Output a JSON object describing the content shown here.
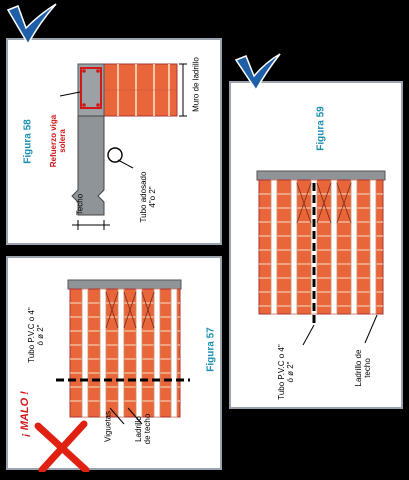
{
  "figures": {
    "fig58": {
      "title": "Figura 58",
      "labels": {
        "refuerzo": [
          "Refuerzo viga",
          "solera"
        ],
        "muro": "Muro de ladrillo",
        "techo": "Techo",
        "tubo": [
          "Tubo adosado",
          "4\"o 2\""
        ]
      }
    },
    "fig57": {
      "title": "Figura 57",
      "labels": {
        "tubo": [
          "Tubo P.V.C o 4\"",
          "ó ø 2\""
        ],
        "viguetas": "Viguetas",
        "ladrillo": [
          "Ladrillo",
          "de techo"
        ]
      },
      "verdict": "¡ MALO !"
    },
    "fig59": {
      "title": "Figura 59",
      "labels": {
        "tubo": [
          "Tubo P.V.C o 4\"",
          "ó ø 2\""
        ],
        "ladrillo": [
          "Ladrillo de",
          "techo"
        ]
      }
    }
  },
  "colors": {
    "brick": "#e8663a",
    "mortar": "#f6c7a8",
    "joist": "#ffffff",
    "slab": "#8f9498",
    "title": "#1a8fb0",
    "red_text": "#d01818",
    "check": "#1e5fa8",
    "cross": "#e02010"
  },
  "icons": [
    "check-mark-icon",
    "cross-mark-icon"
  ]
}
